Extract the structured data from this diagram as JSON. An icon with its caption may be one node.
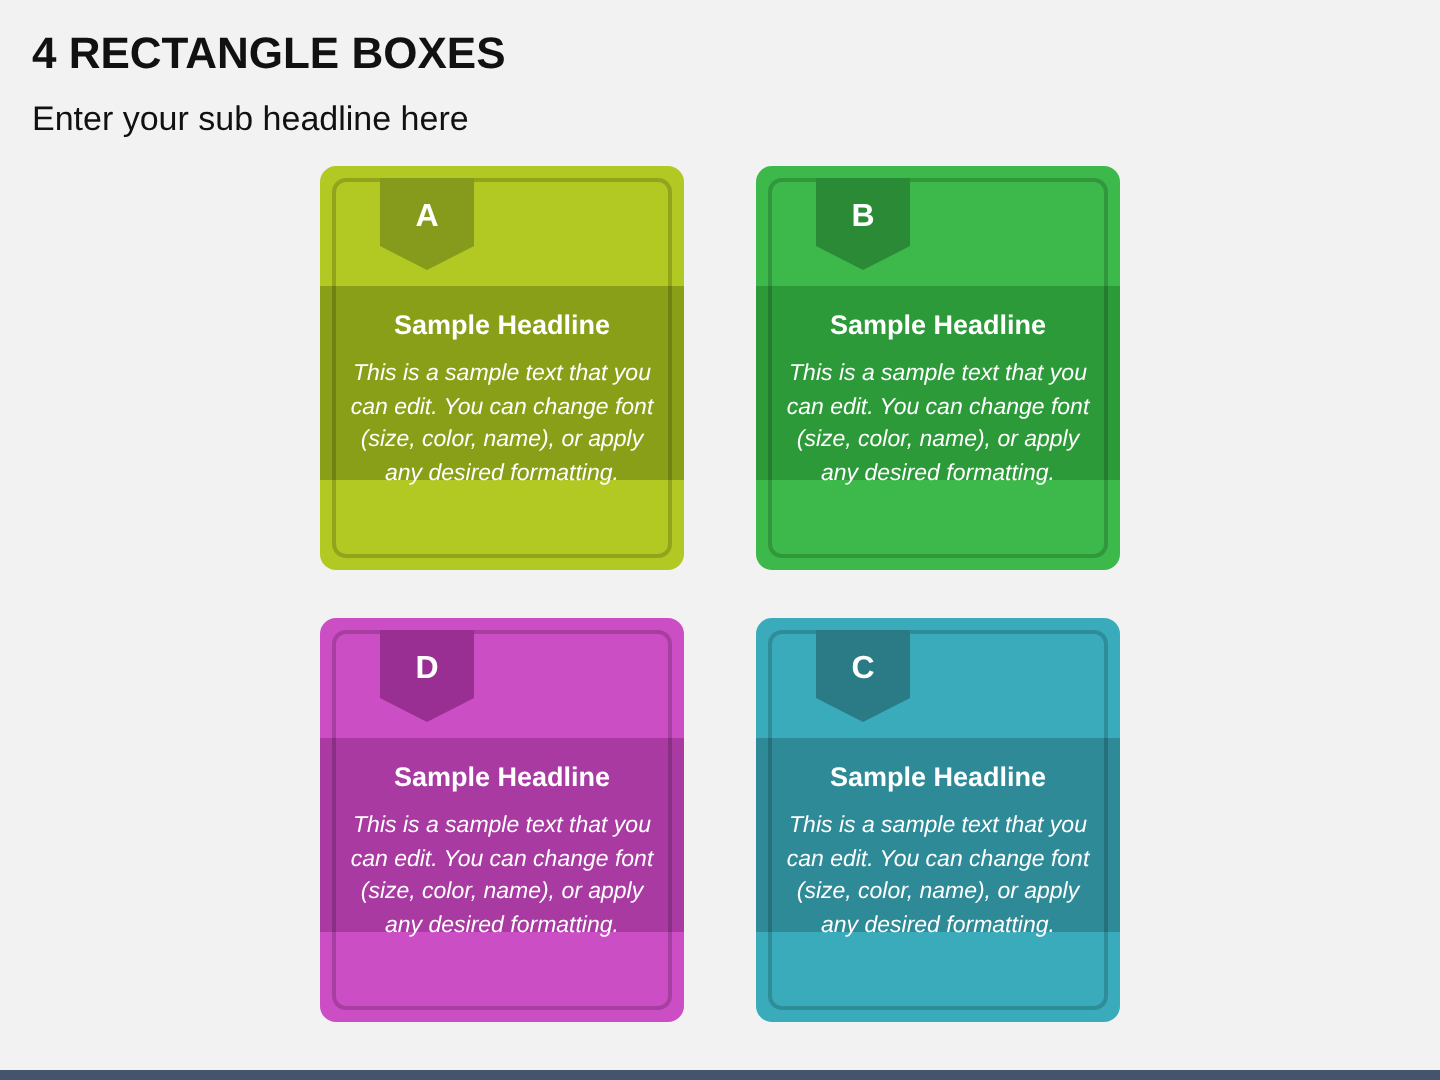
{
  "diagram": {
    "title": "4 RECTANGLE BOXES",
    "nodes": [
      {
        "text": [
          "Sample Headline",
          "This is a sample text that you can edit. You can change font (size, color, name), or apply any desired formatting."
        ]
      },
      {
        "text": [
          "A"
        ],
        "in": 0
      },
      {
        "text": [
          "Sample Headline",
          "This is a sample text that you can edit. You can change font (size, color, name), or apply any desired formatting."
        ]
      },
      {
        "text": [
          "B"
        ],
        "in": 2
      },
      {
        "text": [
          "Sample Headline",
          "This is a sample text that you can edit. You can change font (size, color, name), or apply any desired formatting."
        ]
      },
      {
        "text": [
          "D"
        ],
        "in": 4
      },
      {
        "text": [
          "Sample Headline",
          "This is a sample text that you can edit. You can change font (size, color, name), or apply any desired formatting."
        ]
      },
      {
        "text": [
          "C"
        ],
        "in": 6
      }
    ],
    "labels": [
      "Enter your sub headline here"
    ]
  }
}
